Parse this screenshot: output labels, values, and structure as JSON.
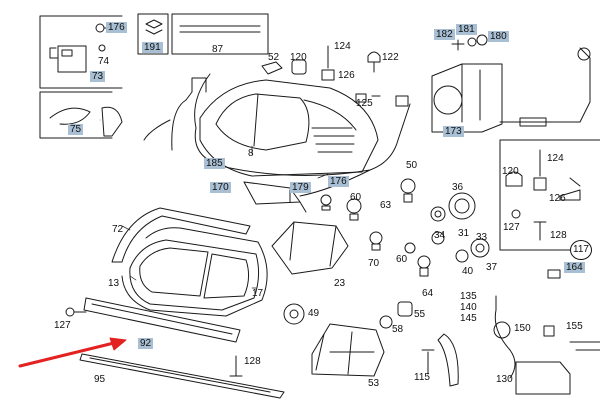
{
  "colors": {
    "highlight": "#a9bfd4",
    "arrow": "#e32222",
    "ink": "#1a1a1a"
  },
  "callouts": {
    "c176": "176",
    "c74": "74",
    "c73": "73",
    "c191": "191",
    "c87": "87",
    "c75": "75",
    "c52": "52",
    "c120a": "120",
    "c124a": "124",
    "c122": "122",
    "c126a": "126",
    "c125": "125",
    "c8": "8",
    "c185": "185",
    "c182": "182",
    "c181": "181",
    "c180": "180",
    "c173": "173",
    "c170": "170",
    "c179": "179",
    "c176b": "176",
    "c60a": "60",
    "c50": "50",
    "c63": "63",
    "c36": "36",
    "c34": "34",
    "c31": "31",
    "c33": "33",
    "c120b": "120",
    "c124b": "124",
    "c126b": "126",
    "c127a": "127",
    "c128a": "128",
    "c117": "117",
    "c164": "164",
    "c72": "72",
    "c13": "13",
    "c17": "17",
    "c23": "23",
    "c70": "70",
    "c60b": "60",
    "c64": "64",
    "c40": "40",
    "c37": "37",
    "c135": "135",
    "c140": "140",
    "c145": "145",
    "c150": "150",
    "c155": "155",
    "c127b": "127",
    "c92": "92",
    "c49": "49",
    "c58": "58",
    "c55": "55",
    "c128b": "128",
    "c95": "95",
    "c53": "53",
    "c115": "115",
    "c130": "130"
  }
}
